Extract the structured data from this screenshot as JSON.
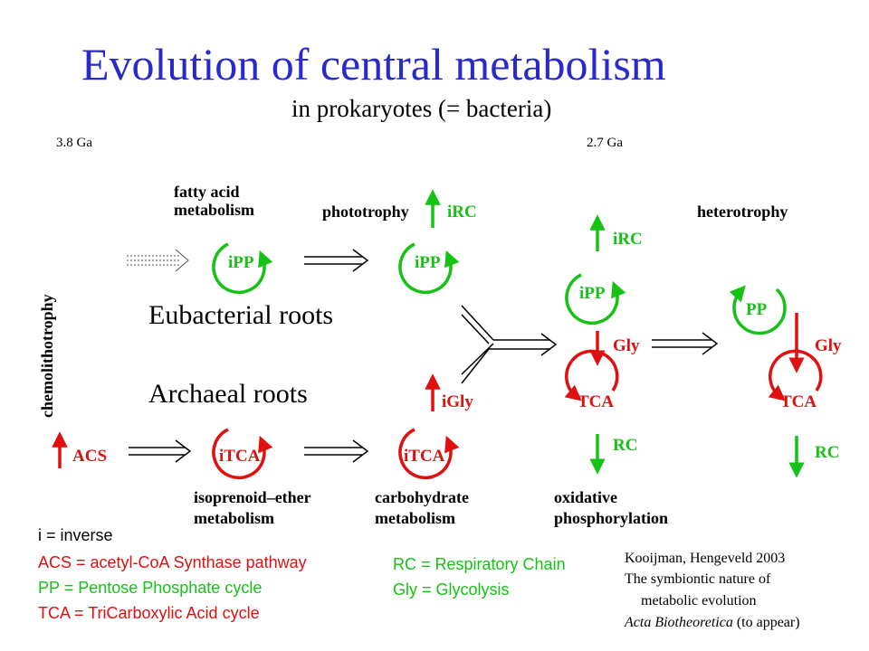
{
  "title": "Evolution of central metabolism",
  "subtitle": "in prokaryotes (= bacteria)",
  "time_labels": {
    "start": "3.8 Ga",
    "mid": "2.7 Ga"
  },
  "colors": {
    "title": "#2a2acb",
    "red": "#e01010",
    "green": "#15c215",
    "black": "#000000"
  },
  "labels": {
    "fatty_acid": [
      "fatty acid",
      "metabolism"
    ],
    "phototrophy": "phototrophy",
    "heterotrophy": "heterotrophy",
    "chemolithotrophy": "chemolithotrophy",
    "eubacterial_roots": "Eubacterial roots",
    "archaeal_roots": "Archaeal roots",
    "isoprenoid": [
      "isoprenoid–ether",
      "metabolism"
    ],
    "carbohydrate": [
      "carbohydrate",
      "metabolism"
    ],
    "oxidative": [
      "oxidative",
      "phosphorylation"
    ]
  },
  "nodes": {
    "ipp": "iPP",
    "irc": "iRC",
    "pp": "PP",
    "gly": "Gly",
    "igly": "iGly",
    "acs": "ACS",
    "itca": "iTCA",
    "tca": "TCA",
    "rc": "RC"
  },
  "legend": {
    "inverse": "i = inverse",
    "acs": "ACS = acetyl-CoA Synthase pathway",
    "pp": "PP = Pentose Phosphate cycle",
    "tca": "TCA = TriCarboxylic Acid cycle",
    "rc": "RC = Respiratory Chain",
    "gly": "Gly = Glycolysis"
  },
  "reference": {
    "authors": "Kooijman, Hengeveld 2003",
    "line2": "The symbiontic nature of",
    "line3": "metabolic evolution",
    "journal": "Acta Biotheoretica",
    "status": "(to appear)"
  }
}
